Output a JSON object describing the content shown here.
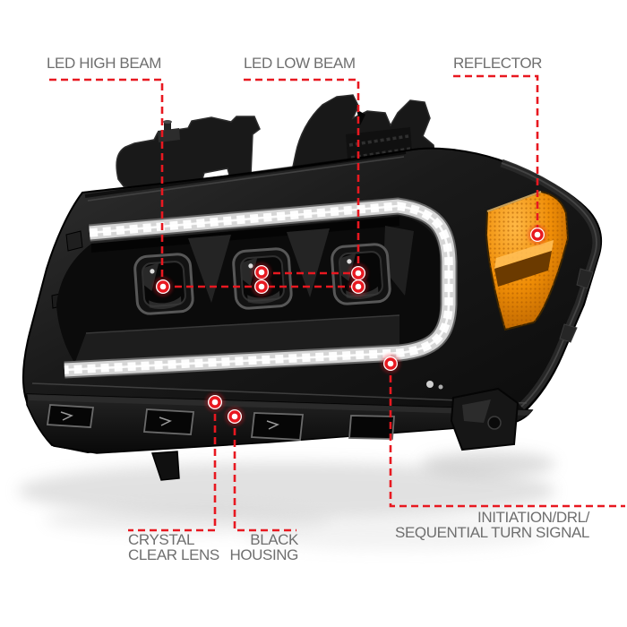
{
  "image": {
    "description": "Annotated product diagram of a black housing LED projector headlight with amber side reflector",
    "background": "#ffffff"
  },
  "colors": {
    "accent_red": "#e81820",
    "label_gray": "#6f6f6f",
    "amber_reflector": "#ef8d06",
    "housing_black": "#141414",
    "drl_white": "#ffffff"
  },
  "callouts": {
    "led_high_beam": {
      "label": "LED HIGH BEAM"
    },
    "led_low_beam": {
      "label": "LED LOW BEAM"
    },
    "reflector": {
      "label": "REFLECTOR"
    },
    "crystal_clear_lens": {
      "line1": "CRYSTAL",
      "line2": "CLEAR LENS"
    },
    "black_housing": {
      "line1": "BLACK",
      "line2": "HOUSING"
    },
    "initiation_drl": {
      "line1": "INITIATION/DRL/",
      "line2": "SEQUENTIAL TURN SIGNAL"
    }
  }
}
